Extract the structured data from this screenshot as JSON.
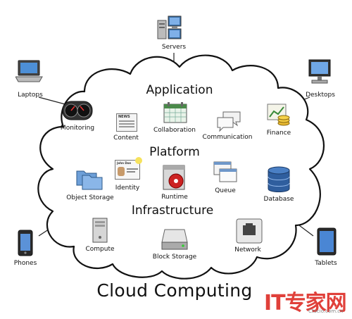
{
  "title": "Cloud Computing",
  "sections": {
    "application": "Application",
    "platform": "Platform",
    "infrastructure": "Infrastructure"
  },
  "devices": {
    "servers": "Servers",
    "laptops": "Laptops",
    "desktops": "Desktops",
    "phones": "Phones",
    "tablets": "Tablets"
  },
  "application_items": {
    "monitoring": "Monitoring",
    "content": "Content",
    "collaboration": "Collaboration",
    "communication": "Communication",
    "finance": "Finance"
  },
  "platform_items": {
    "object_storage": "Object Storage",
    "identity": "Identity",
    "runtime": "Runtime",
    "queue": "Queue",
    "database": "Database"
  },
  "infrastructure_items": {
    "compute": "Compute",
    "block_storage": "Block Storage",
    "network": "Network"
  },
  "inline_text": {
    "news": "NEWS",
    "id_card_name": "John Doe"
  },
  "watermark": {
    "brand": "IT专家网",
    "site": "Ctocio.com.cn"
  },
  "colors": {
    "cloud_stroke": "#111111",
    "connector": "#222222",
    "watermark": "#e0403a"
  }
}
